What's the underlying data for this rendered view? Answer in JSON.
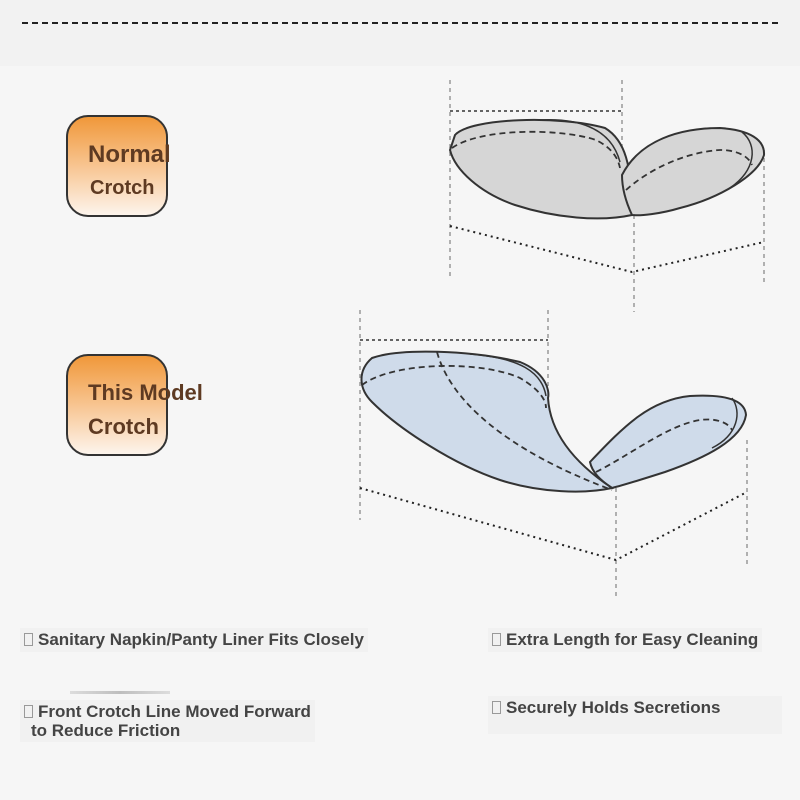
{
  "badges": {
    "normal": {
      "line1": "Normal",
      "line2": "Crotch"
    },
    "model": {
      "line1": "This Model",
      "line2": "Crotch"
    }
  },
  "features": {
    "fit": "Sanitary Napkin/Panty Liner Fits Closely",
    "length": "Extra Length for Easy Cleaning",
    "front_line_1": "Front Crotch Line Moved Forward",
    "front_line_2": "to Reduce Friction",
    "secure": "Securely Holds Secretions"
  },
  "colors": {
    "badge_orange": "#f0983a",
    "normal_fill": "#d6d6d6",
    "model_fill": "#cfdbea",
    "text_brown": "#5e3a22"
  },
  "icons": [
    "bullet-box-icon"
  ]
}
